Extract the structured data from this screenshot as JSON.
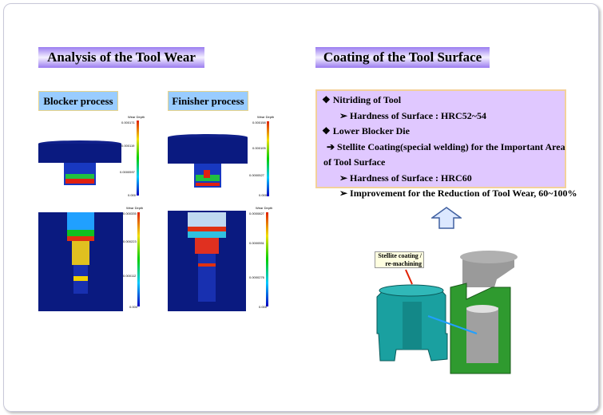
{
  "left": {
    "title": "Analysis of the Tool Wear",
    "processes": [
      {
        "label": "Blocker process",
        "plots": [
          {
            "legend_title": "Wear Depth",
            "ticks": [
              "0.000171",
              "0.000119",
              "0.0000597",
              "0.000"
            ]
          },
          {
            "legend_title": "Wear Depth",
            "ticks": [
              "0.000335",
              "0.000223",
              "0.000112",
              "0.000"
            ]
          }
        ]
      },
      {
        "label": "Finisher process",
        "plots": [
          {
            "legend_title": "Wear Depth",
            "ticks": [
              "0.000158",
              "0.000105",
              "0.0000527",
              "0.000"
            ]
          },
          {
            "legend_title": "Wear Depth",
            "ticks": [
              "0.0000827",
              "0.0000551",
              "0.0000276",
              "0.000"
            ]
          }
        ]
      }
    ]
  },
  "right": {
    "title": "Coating of the Tool Surface",
    "lines": [
      "❖ Nitriding of Tool",
      "➢ Hardness of Surface : HRC52~54",
      "❖ Lower Blocker Die",
      "➔ Stellite Coating(special welding) for the Important Area",
      "of Tool Surface",
      "➢ Hardness of Surface :  HRC60",
      "➢ Improvement for the Reduction of Tool Wear, 60~100%"
    ],
    "callout": [
      "Stellite coating /",
      "re-machining"
    ]
  }
}
